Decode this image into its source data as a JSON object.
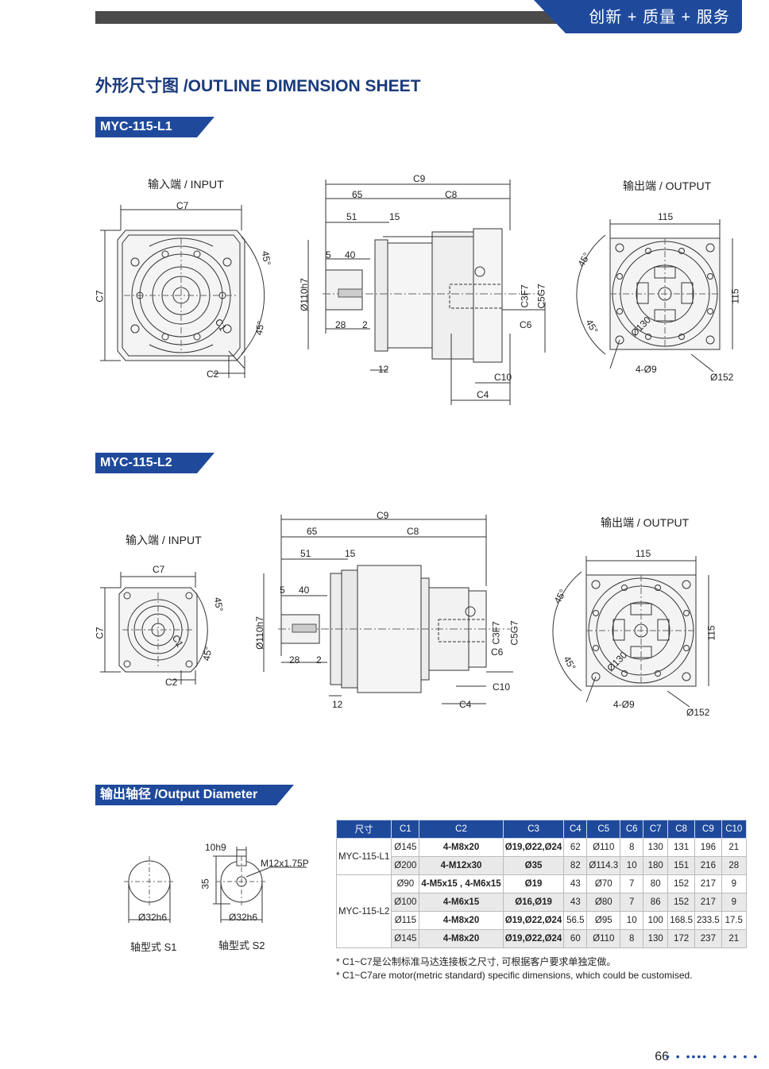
{
  "header": {
    "slogan": "创新 + 质量 + 服务"
  },
  "page_title": "外形尺寸图 /OUTLINE DIMENSION SHEET",
  "sections": {
    "l1": {
      "badge": "MYC-115-L1"
    },
    "l2": {
      "badge": "MYC-115-L2"
    },
    "output": {
      "badge": "输出轴径 /Output Diameter"
    }
  },
  "views": {
    "input": "输入端 / INPUT",
    "output": "输出端 / OUTPUT"
  },
  "dims": {
    "c1": "C1",
    "c2": "C2",
    "c3": "C3F7",
    "c4": "C4",
    "c5": "C5G7",
    "c6": "C6",
    "c7": "C7",
    "c8": "C8",
    "c9": "C9",
    "c10": "C10",
    "d65": "65",
    "d51": "51",
    "d15": "15",
    "d5": "5",
    "d40": "40",
    "d28": "28",
    "d2": "2",
    "d12": "12",
    "d110": "Ø110h7",
    "d115": "115",
    "d130": "Ø130",
    "d152": "Ø152",
    "holes": "4-Ø9",
    "a45": "45°"
  },
  "shafts": {
    "s1_dia": "Ø32h6",
    "s2_dia": "Ø32h6",
    "s2_key": "10h9",
    "s2_height": "35",
    "s2_thread": "M12x1.75P",
    "s1_label": "轴型式  S1",
    "s2_label": "轴型式  S2"
  },
  "table": {
    "headers": [
      "尺寸",
      "C1",
      "C2",
      "C3",
      "C4",
      "C5",
      "C6",
      "C7",
      "C8",
      "C9",
      "C10"
    ],
    "groups": [
      {
        "model": "MYC-115-L1",
        "rows": [
          [
            "Ø145",
            "4-M8x20",
            "Ø19,Ø22,Ø24",
            "62",
            "Ø110",
            "8",
            "130",
            "131",
            "196",
            "21"
          ],
          [
            "Ø200",
            "4-M12x30",
            "Ø35",
            "82",
            "Ø114.3",
            "10",
            "180",
            "151",
            "216",
            "28"
          ]
        ]
      },
      {
        "model": "MYC-115-L2",
        "rows": [
          [
            "Ø90",
            "4-M5x15 , 4-M6x15",
            "Ø19",
            "43",
            "Ø70",
            "7",
            "80",
            "152",
            "217",
            "9"
          ],
          [
            "Ø100",
            "4-M6x15",
            "Ø16,Ø19",
            "43",
            "Ø80",
            "7",
            "86",
            "152",
            "217",
            "9"
          ],
          [
            "Ø115",
            "4-M8x20",
            "Ø19,Ø22,Ø24",
            "56.5",
            "Ø95",
            "10",
            "100",
            "168.5",
            "233.5",
            "17.5"
          ],
          [
            "Ø145",
            "4-M8x20",
            "Ø19,Ø22,Ø24",
            "60",
            "Ø110",
            "8",
            "130",
            "172",
            "237",
            "21"
          ]
        ]
      }
    ]
  },
  "notes": {
    "cn": "* C1~C7是公制标准马达连接板之尺寸, 可根据客户要求单独定做。",
    "en": "* C1~C7are motor(metric standard)  specific dimensions, which could be customised."
  },
  "footer": {
    "page": "66",
    "dots": "• • •••• • • • • •"
  }
}
